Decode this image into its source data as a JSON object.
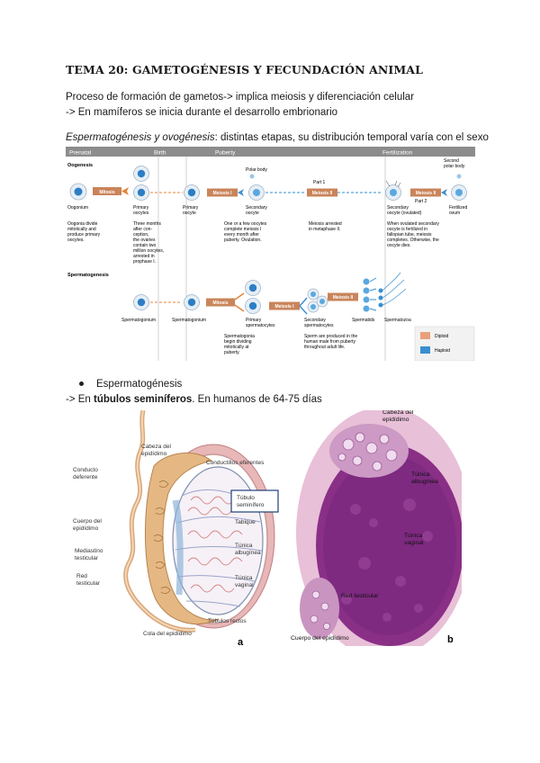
{
  "heading": "TEMA 20: GAMETOGÉNESIS Y FECUNDACIÓN ANIMAL",
  "intro": {
    "line1": "Proceso de formación de gametos-> implica meiosis y diferenciación celular",
    "line2": "-> En mamíferos se inicia durante el desarrollo embrionario",
    "line3_italic": "Espermatogénesis y ovogénesis",
    "line3_rest": ": distintas etapas, su distribución temporal varía con el sexo"
  },
  "diagram": {
    "header": {
      "prenatal": "Prenatal",
      "birth": "Birth",
      "puberty": "Puberty",
      "fertilization": "Fertilization"
    },
    "oogenesis_label": "Oogenesis",
    "spermatogenesis_label": "Spermatogenesis",
    "polar_body": "Polar body",
    "second_polar_body": "Second\npolar body",
    "part1": "Part 1",
    "part2": "Part 2",
    "boxes": {
      "mitosis_o": "Mitosis",
      "meiosis1_o": "Meiosis I",
      "meiosis2_o": "Meiosis II",
      "meiosis2b_o": "Meiosis II",
      "mitosis_s": "Mitosis",
      "meiosis1_s": "Meiosis I",
      "meiosis2_s": "Meiosis II"
    },
    "oo_cells": {
      "oogonium": "Oogonium",
      "primary1": "Primary\noocytes",
      "primary2": "Primary\noocyte",
      "secondary": "Secondary\noocyte",
      "secondary_ovulated": "Secondary\noocyte (ovulated)",
      "fertilized": "Fertilized\novum"
    },
    "oo_notes": {
      "n1": "Oogonia divide\nmitotically and\nproduce primary\noocytes.",
      "n2": "Three months\nafter con-\nception,\nthe ovaries\ncontain two\nmillion oocytes,\narrested in\nprophase I.",
      "n3": "One or a few oocytes\ncomplete meiosis I\nevery month after\npuberty. Ovulation.",
      "n4": "Meiosis arrested\nin metaphase II.",
      "n5": "When ovulated secondary\noocyte is fertilized in\nfallopian tube, meiosis\ncompletes. Otherwise, the\noocyte dies."
    },
    "sp_cells": {
      "spermatogonium1": "Spermatogonium",
      "spermatogonium2": "Spermatogonium",
      "primary": "Primary\nspermatocytes",
      "secondary": "Secondary\nspermatocytes",
      "spermatids": "Spermatids",
      "spermatozoa": "Spermatozoa"
    },
    "sp_notes": {
      "n1": "Spermatogonia\nbegin dividing\nmitotically at\npuberty.",
      "n2": "Sperm are produced in the\nhuman male from puberty\nthroughout adult life."
    },
    "legend": {
      "diploid": "Diploid",
      "haploid": "Haploid"
    },
    "colors": {
      "diploid": "#e9a07a",
      "haploid": "#3a8fd0",
      "arrow_orange": "#e8833a",
      "cell": "#5aa8e0",
      "box": "#c9845a"
    }
  },
  "bullet_item": "Espermatogénesis",
  "line4": {
    "prefix": "-> En ",
    "bold": "túbulos seminíferos",
    "suffix": ". En humanos de 64-75 días"
  },
  "anatomy": {
    "labels": {
      "cabeza": "Cabeza del\nepidídimo",
      "conductillos": "Conductillos eferentes",
      "conducto": "Conducto\ndeferente",
      "tubulo": "Túbulo\nseminífero",
      "cuerpo": "Cuerpo del\nepidídimo",
      "tabique": "Tabique",
      "mediastino": "Mediastino\ntesticular",
      "albuginea": "Túnica\nalbugínea",
      "red": "Red\ntesticular",
      "vaginal": "Túnica\nvaginal",
      "rectos": "Túbulos rectos",
      "cola": "Cola del epidídimo"
    },
    "panel_letter": "a"
  },
  "histology": {
    "labels": {
      "cabeza": "Cabeza del\nepidídimo",
      "albuginea": "Túnica\nalbugínea",
      "vaginal": "Túnica\nvaginal",
      "red": "Red testicular",
      "cuerpo": "Cuerpo del epidídimo"
    },
    "panel_letter": "b"
  }
}
